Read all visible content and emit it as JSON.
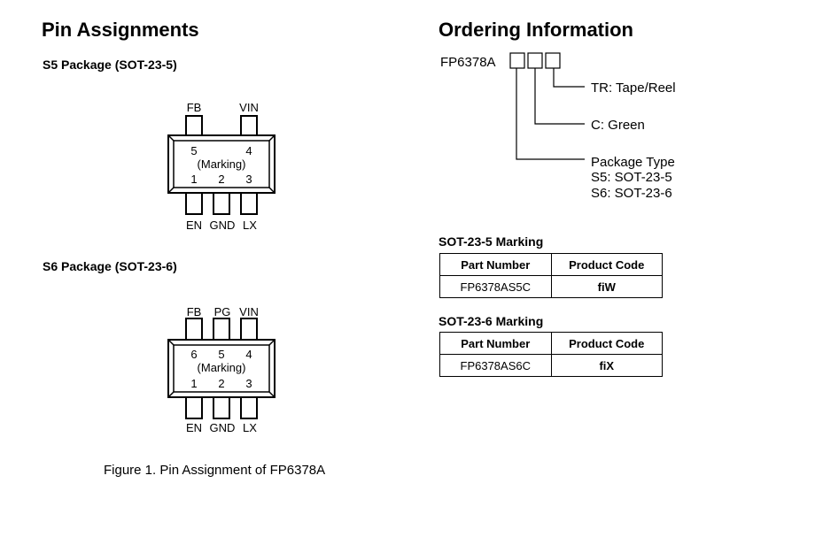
{
  "pin_assignments": {
    "title": "Pin Assignments",
    "s5": {
      "title": "S5 Package (SOT-23-5)",
      "top_pins": [
        "FB",
        "VIN"
      ],
      "bottom_pins": [
        "EN",
        "GND",
        "LX"
      ],
      "top_numbers": [
        "5",
        "4"
      ],
      "bottom_numbers": [
        "1",
        "2",
        "3"
      ],
      "marking": "(Marking)"
    },
    "s6": {
      "title": "S6 Package (SOT-23-6)",
      "top_pins": [
        "FB",
        "PG",
        "VIN"
      ],
      "bottom_pins": [
        "EN",
        "GND",
        "LX"
      ],
      "top_numbers": [
        "6",
        "5",
        "4"
      ],
      "bottom_numbers": [
        "1",
        "2",
        "3"
      ],
      "marking": "(Marking)"
    },
    "caption": "Figure 1. Pin Assignment of FP6378A"
  },
  "ordering": {
    "title": "Ordering Information",
    "base_part": "FP6378A",
    "tr_label": "TR: Tape/Reel",
    "c_label": "C: Green",
    "package_label": "Package Type",
    "s5_label": "S5: SOT-23-5",
    "s6_label": "S6: SOT-23-6"
  },
  "sot235_marking": {
    "title": "SOT-23-5 Marking",
    "headers": [
      "Part Number",
      "Product Code"
    ],
    "rows": [
      [
        "FP6378AS5C",
        "fiW"
      ]
    ]
  },
  "sot236_marking": {
    "title": "SOT-23-6 Marking",
    "headers": [
      "Part Number",
      "Product Code"
    ],
    "rows": [
      [
        "FP6378AS6C",
        "fiX"
      ]
    ]
  }
}
